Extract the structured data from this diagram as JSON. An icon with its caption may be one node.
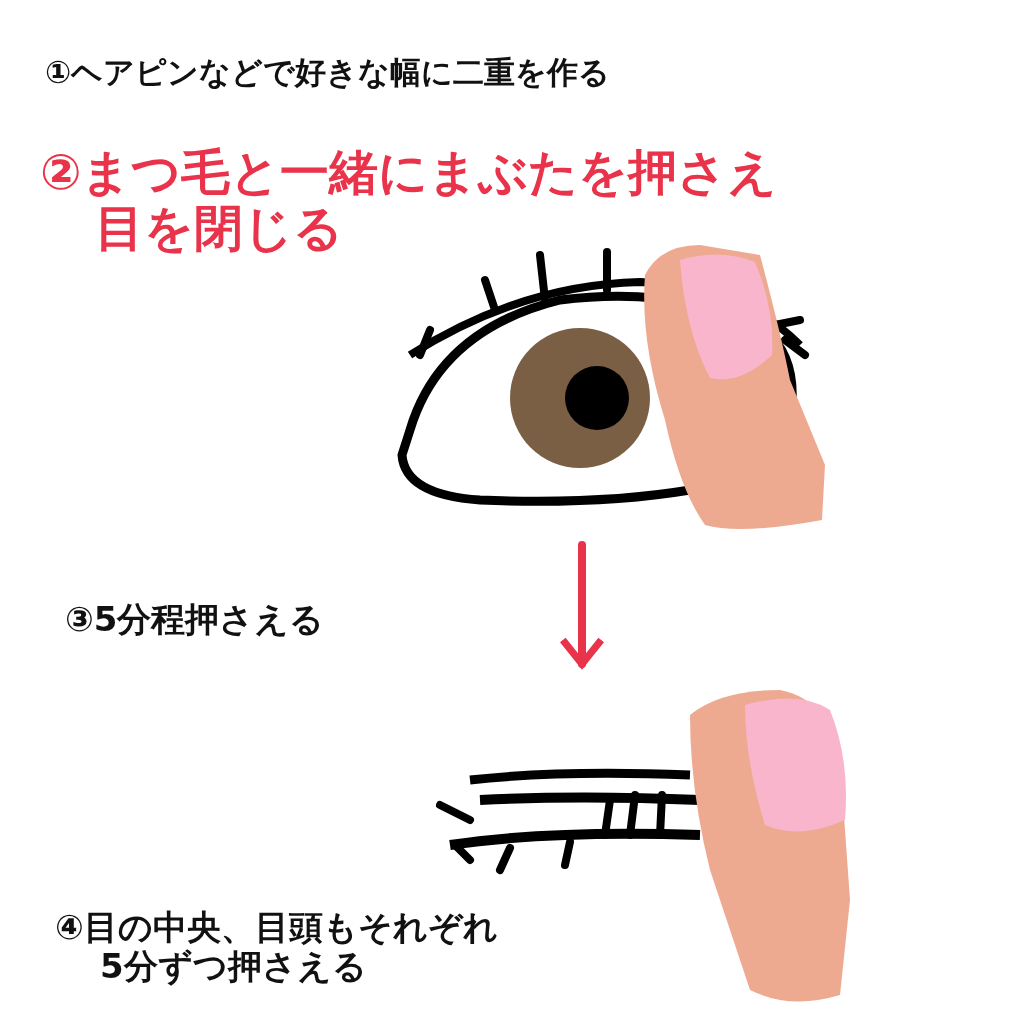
{
  "diagram": {
    "nodes": [
      {
        "text": [],
        "shape": "picture"
      },
      {
        "text": [],
        "shape": "picture"
      }
    ],
    "edges": [
      {
        "from": 0,
        "to": 1,
        "arrow": "to",
        "color": "#e8334a"
      }
    ],
    "labels": [
      "①ヘアピンなどで好きな幅に二重を作る",
      "②まつ毛と一緒にまぶたを押さえ目を閉じる",
      "③5分程押さえる",
      "④目の中央、目頭もそれぞれ5分ずつ押さえる"
    ]
  }
}
